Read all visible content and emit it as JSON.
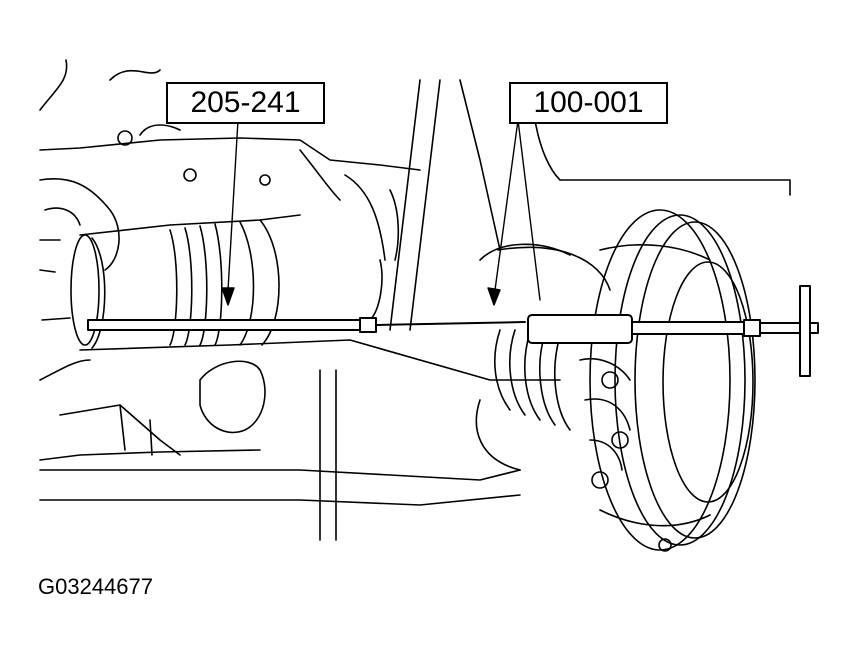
{
  "callouts": {
    "tool_1": "205-241",
    "tool_2": "100-001"
  },
  "figure_id": "G03244677",
  "colors": {
    "line": "#000000",
    "background": "#ffffff"
  }
}
